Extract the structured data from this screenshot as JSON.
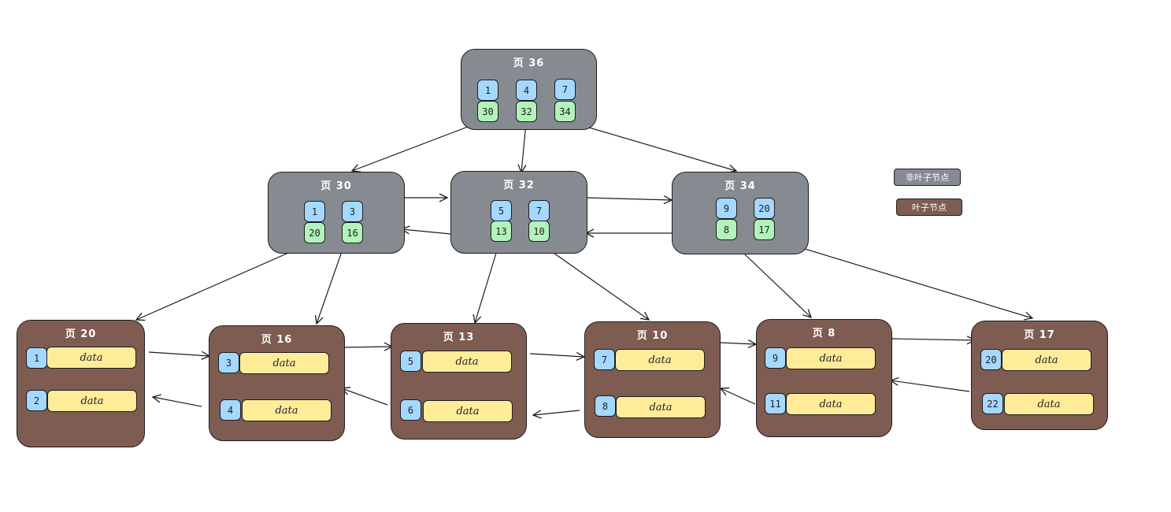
{
  "colors": {
    "inner_node": "#868b92",
    "leaf_node": "#7e5c51",
    "key_cell": "#a5d8ff",
    "pointer_cell": "#b2f2bb",
    "data_cell": "#ffec99",
    "edge": "#1e1e1e"
  },
  "data_label": "data",
  "legend": {
    "inner": "非叶子节点",
    "leaf": "叶子节点"
  },
  "inner_pages": [
    {
      "id": "p36",
      "title": "页 36",
      "keys": [
        "1",
        "4",
        "7"
      ],
      "pointers": [
        "30",
        "32",
        "34"
      ]
    },
    {
      "id": "p30",
      "title": "页 30",
      "keys": [
        "1",
        "3"
      ],
      "pointers": [
        "20",
        "16"
      ]
    },
    {
      "id": "p32",
      "title": "页 32",
      "keys": [
        "5",
        "7"
      ],
      "pointers": [
        "13",
        "10"
      ]
    },
    {
      "id": "p34",
      "title": "页 34",
      "keys": [
        "9",
        "20"
      ],
      "pointers": [
        "8",
        "17"
      ]
    }
  ],
  "leaf_pages": [
    {
      "id": "p20",
      "title": "页 20",
      "keys": [
        "1",
        "2"
      ]
    },
    {
      "id": "p16",
      "title": "页 16",
      "keys": [
        "3",
        "4"
      ]
    },
    {
      "id": "p13",
      "title": "页 13",
      "keys": [
        "5",
        "6"
      ]
    },
    {
      "id": "p10",
      "title": "页 10",
      "keys": [
        "7",
        "8"
      ]
    },
    {
      "id": "p8",
      "title": "页 8",
      "keys": [
        "9",
        "11"
      ]
    },
    {
      "id": "p17",
      "title": "页 17",
      "keys": [
        "20",
        "22"
      ]
    }
  ]
}
